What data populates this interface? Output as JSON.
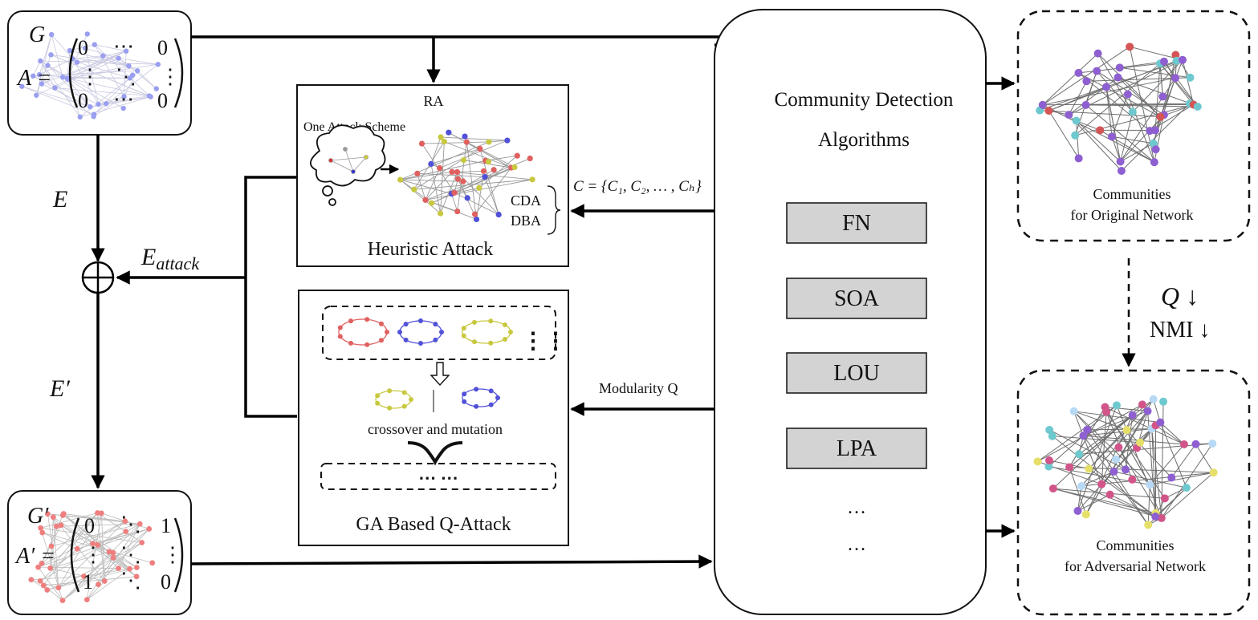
{
  "original_graph": {
    "symbol": "G",
    "matrix_lhs": "A =",
    "cells": [
      "0",
      "⋯",
      "0",
      "⋮",
      "⋱",
      "⋮",
      "0",
      "⋯",
      "0"
    ]
  },
  "adversarial_graph": {
    "symbol": "G′",
    "matrix_lhs": "A′ =",
    "cells": [
      "0",
      "⋱",
      "1",
      "⋮",
      "⋱",
      "⋮",
      "1",
      "⋱",
      "0"
    ]
  },
  "edges": {
    "E": "E",
    "E_prime": "E′",
    "E_attack": "E",
    "E_attack_sub": "attack",
    "xor_symbol": "⊕"
  },
  "heuristic_attack": {
    "top_label": "RA",
    "scheme_label": "One Attack Scheme",
    "methods": [
      "CDA",
      "DBA"
    ],
    "title": "Heuristic Attack"
  },
  "ga_attack": {
    "ellipsis": "⋯ ⋯",
    "dots": "⋮⋮",
    "operation_label": "crossover and mutation",
    "title": "GA Based Q-Attack"
  },
  "feedback": {
    "communities_set": "C = {C₁, C₂, … , Cₕ}",
    "modularity": "Modularity Q"
  },
  "detection": {
    "title_line1": "Community Detection",
    "title_line2": "Algorithms",
    "algorithms": [
      "FN",
      "SOA",
      "LOU",
      "LPA"
    ],
    "more": [
      "…",
      "…"
    ]
  },
  "outputs": {
    "original_line1": "Communities",
    "original_line2": "for Original Network",
    "adversarial_line1": "Communities",
    "adversarial_line2": "for Adversarial Network"
  },
  "metrics": {
    "q": "Q ↓",
    "nmi": "NMI ↓"
  },
  "colors": {
    "original_nodes": "#9a9ef0",
    "adversarial_nodes": "#ef7f7f",
    "algo_fill": "#d3d3d3",
    "community_purple": "#8e5fd0",
    "community_red": "#d45555",
    "community_cyan": "#6ec9cf",
    "community_pink": "#d2558a",
    "community_lightblue": "#b7d9f5",
    "community_yellow": "#e6e06a",
    "ga_red": "#e06060",
    "ga_blue": "#5050d8",
    "ga_yellow": "#c8c840"
  }
}
